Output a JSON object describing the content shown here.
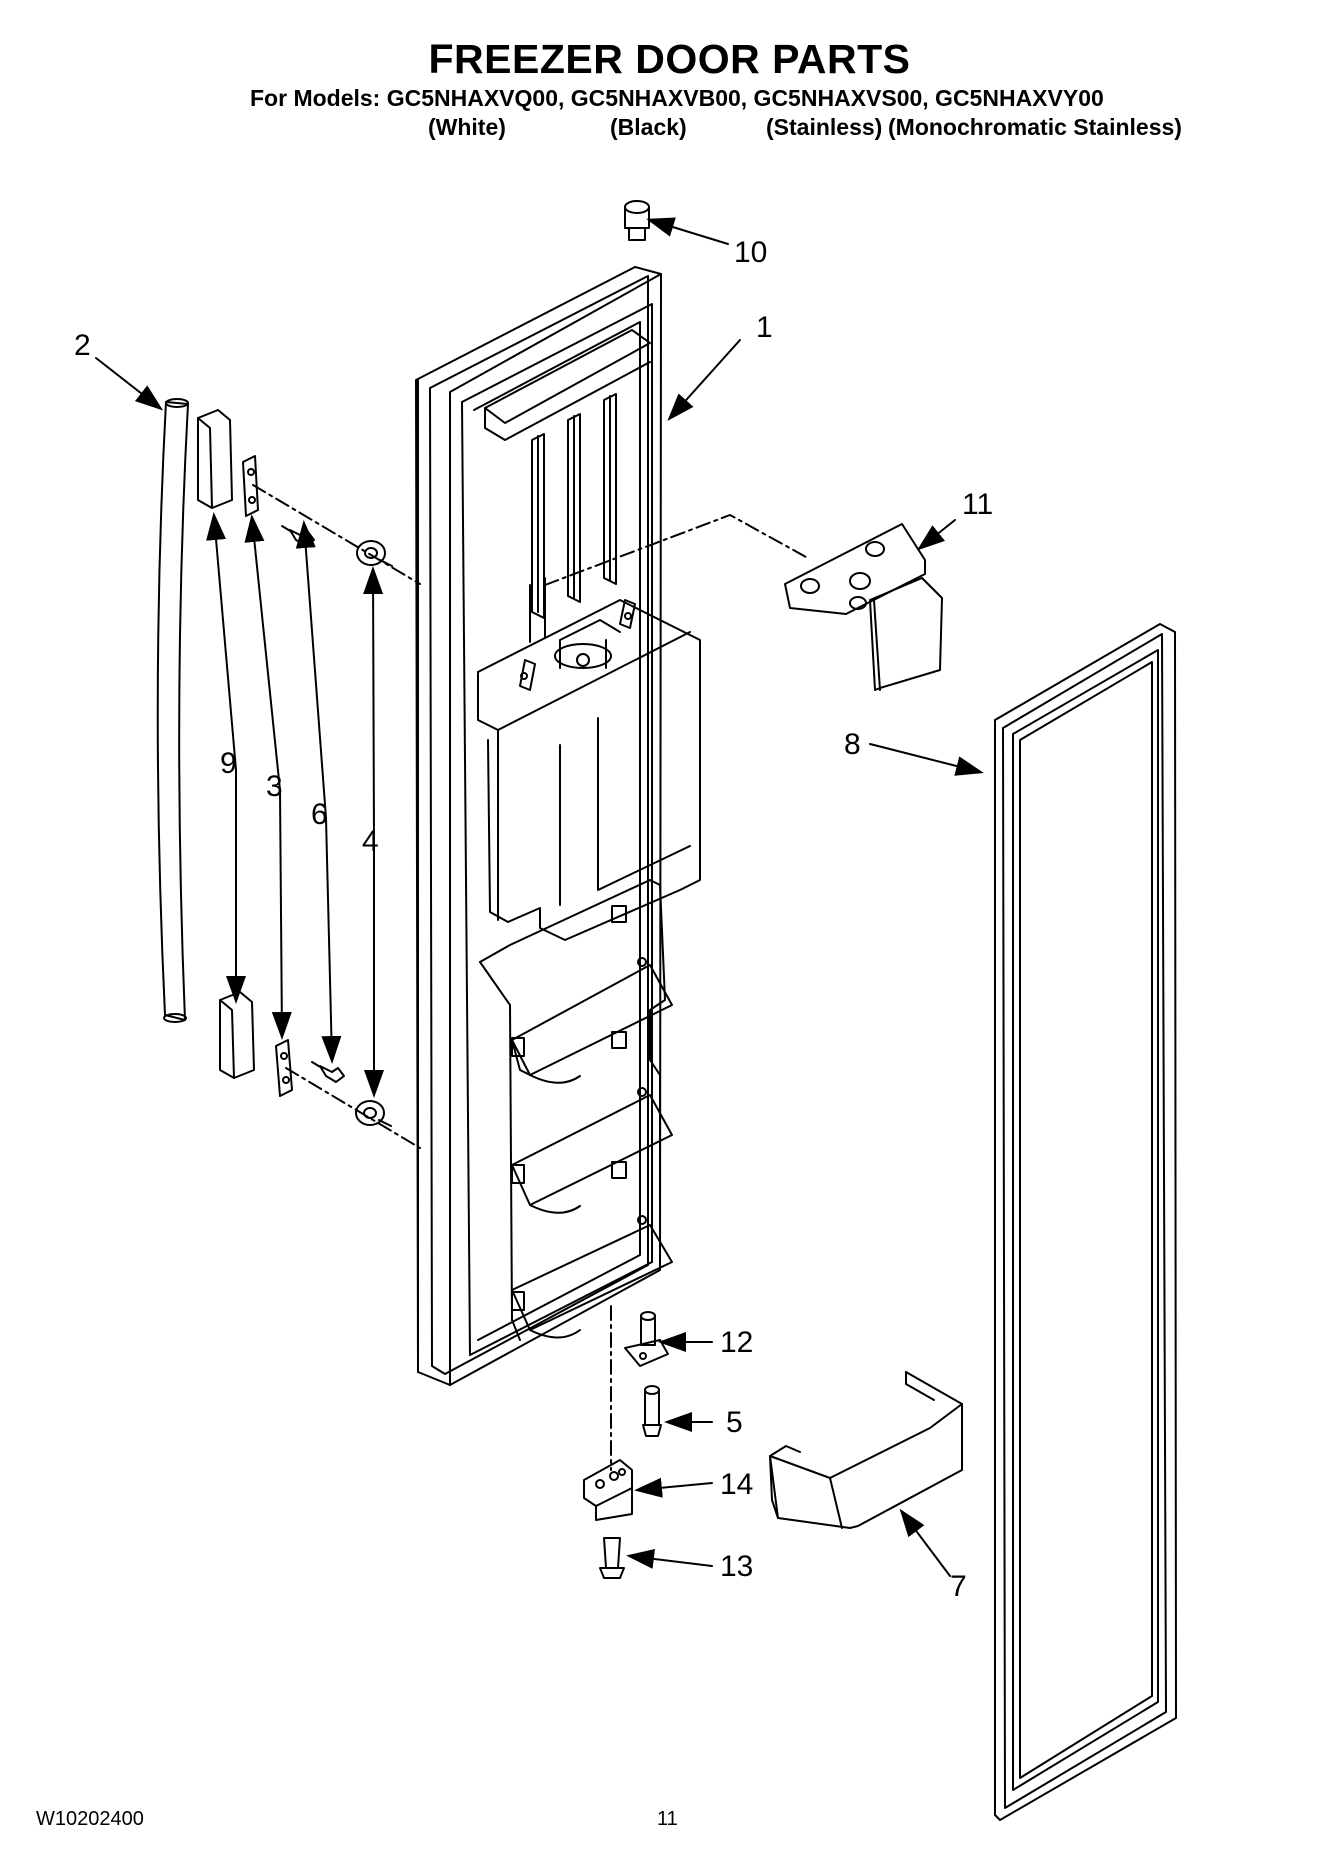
{
  "header": {
    "title": "FREEZER DOOR PARTS",
    "models_line": "For Models: GC5NHAXVQ00, GC5NHAXVB00, GC5NHAXVS00, GC5NHAXVY00",
    "variants": [
      "(White)",
      "(Black)",
      "(Stainless)",
      "(Monochromatic Stainless)"
    ]
  },
  "callouts": [
    "10",
    "1",
    "2",
    "11",
    "8",
    "9",
    "3",
    "6",
    "4",
    "12",
    "5",
    "14",
    "13",
    "7"
  ],
  "footer": {
    "doc_number": "W10202400",
    "page_number": "11"
  },
  "colors": {
    "line": "#000000",
    "background": "#ffffff"
  }
}
